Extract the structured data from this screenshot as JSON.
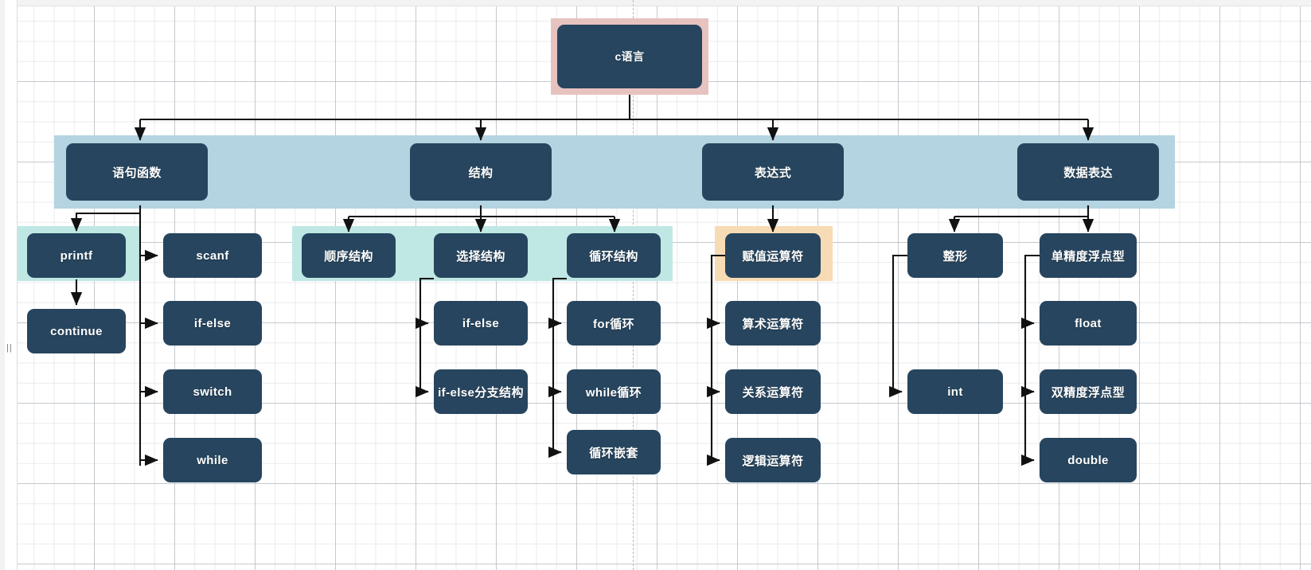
{
  "diagram": {
    "title_node": "c语言",
    "type": "flowchart-mindmap",
    "colors": {
      "node_fill": "#27455e",
      "node_text": "#ffffff",
      "highlight_pink": "#e7c3bf",
      "highlight_blue": "#b4d4e1",
      "highlight_cyan": "#bfe8e4",
      "highlight_orange": "#f7dbb5",
      "connector": "#111111",
      "grid_line": "#c8cdd2",
      "canvas_bg": "#ffffff"
    },
    "nodes": {
      "root": {
        "label": "c语言"
      },
      "level1": [
        {
          "label": "语句函数"
        },
        {
          "label": "结构"
        },
        {
          "label": "表达式"
        },
        {
          "label": "数据表达"
        }
      ],
      "statements": {
        "primary": "printf",
        "primary_child": "continue",
        "siblings": [
          "scanf",
          "if-else",
          "switch",
          "while"
        ]
      },
      "structure": {
        "children": [
          "顺序结构",
          "选择结构",
          "循环结构"
        ],
        "selection_children": [
          "if-else",
          "if-else分支结构"
        ],
        "loop_children": [
          "for循环",
          "while循环",
          "循环嵌套"
        ]
      },
      "expression": {
        "primary": "赋值运算符",
        "siblings": [
          "算术运算符",
          "关系运算符",
          "逻辑运算符"
        ]
      },
      "data": {
        "integer": "整形",
        "integer_child": "int",
        "single_float": "单精度浮点型",
        "float_children": [
          "float",
          "双精度浮点型",
          "double"
        ]
      }
    },
    "highlights": [
      {
        "name": "root-highlight",
        "color": "#e7c3bf"
      },
      {
        "name": "level1-band-highlight",
        "color": "#b4d4e1"
      },
      {
        "name": "printf-highlight",
        "color": "#bfe8e4"
      },
      {
        "name": "structure-row-highlight",
        "color": "#bfe8e4"
      },
      {
        "name": "assignment-operator-highlight",
        "color": "#f7dbb5"
      }
    ],
    "gutter_handle": "||"
  }
}
